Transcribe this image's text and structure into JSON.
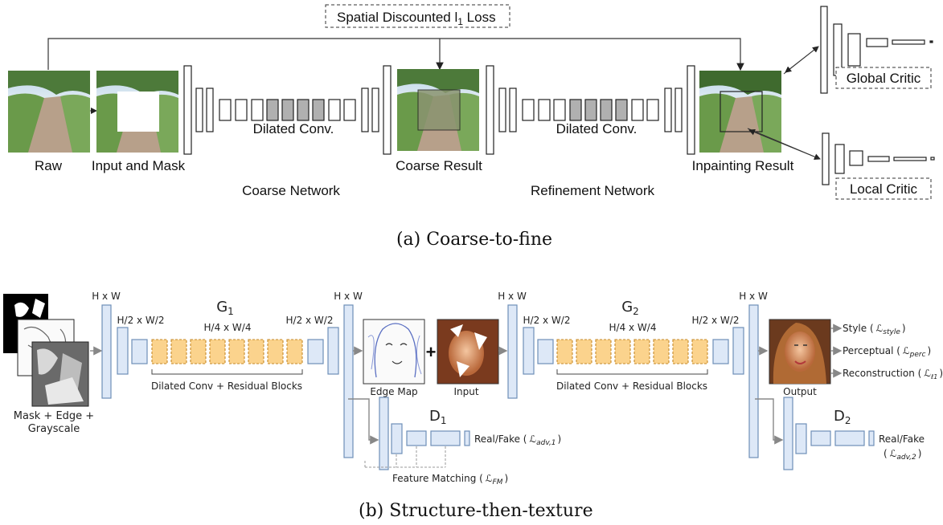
{
  "panel_a": {
    "loss_label": "Spatial Discounted l",
    "loss_sub": "1",
    "loss_tail": " Loss",
    "raw": "Raw",
    "input_mask": "Input and Mask",
    "dilated1": "Dilated Conv.",
    "coarse_result": "Coarse Result",
    "dilated2": "Dilated Conv.",
    "inpainting_result": "Inpainting Result",
    "coarse_network": "Coarse Network",
    "refinement_network": "Refinement Network",
    "global_critic": "Global Critic",
    "local_critic": "Local Critic",
    "caption": "(a) Coarse-to-fine"
  },
  "panel_b": {
    "hw1": "H x W",
    "h2w2_1": "H/2 x W/2",
    "g1": "G",
    "g1_sub": "1",
    "h4w4_1": "H/4 x W/4",
    "h2w2_2": "H/2 x W/2",
    "hw2": "H x W",
    "dilated_res1": "Dilated Conv + Residual Blocks",
    "mask_edge": "Mask + Edge +",
    "grayscale": "Grayscale",
    "edge_map": "Edge Map",
    "plus": "+",
    "input": "Input",
    "hw3": "H x W",
    "h2w2_3": "H/2 x W/2",
    "g2": "G",
    "g2_sub": "2",
    "h4w4_2": "H/4 x W/4",
    "h2w2_4": "H/2 x W/2",
    "hw4": "H x W",
    "dilated_res2": "Dilated Conv + Residual Blocks",
    "output": "Output",
    "d1": "D",
    "d1_sub": "1",
    "real_fake1": "Real/Fake (",
    "adv1": "ℒ",
    "adv1_sub": "adv,1",
    "feature_matching": "Feature Matching (",
    "fm": "ℒ",
    "fm_sub": "FM",
    "d2": "D",
    "d2_sub": "2",
    "real_fake2": "Real/Fake",
    "adv2_open": "(",
    "adv2": "ℒ",
    "adv2_sub": "adv,2",
    "style": "Style (",
    "style_sym": "ℒ",
    "style_sub": "style",
    "perceptual": "Perceptual (",
    "perc_sym": "ℒ",
    "perc_sub": "perc",
    "reconstruction": "Reconstruction (",
    "rec_sym": "ℒ",
    "rec_sub": "ℓ1",
    "close": ")",
    "caption": "(b) Structure-then-texture"
  },
  "colors": {
    "block_blue": "#dde8f7",
    "block_blue_stroke": "#6f8fb8",
    "res_orange": "#fbd38d",
    "res_orange_stroke": "#c58a2a",
    "gray_block": "#b0b0b0",
    "arrow_gray": "#888888"
  }
}
